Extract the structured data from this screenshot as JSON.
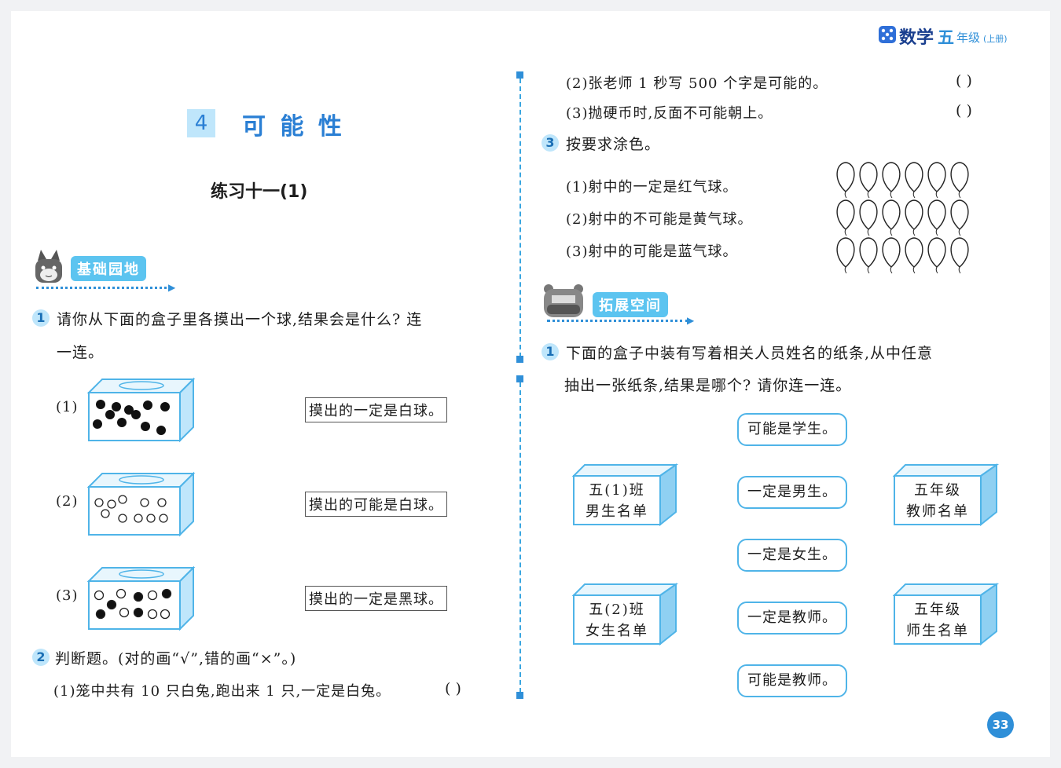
{
  "header": {
    "subject": "数学",
    "grade_char": "五",
    "grade_suffix": "年级",
    "volume": "(上册)"
  },
  "left": {
    "chapter_num": "4",
    "chapter_title": "可 能 性",
    "exercise_title": "练习十一(1)",
    "section1_label": "基础园地",
    "q1": {
      "num": "1",
      "text_line1": "请你从下面的盒子里各摸出一个球,结果会是什么? 连",
      "text_line2": "一连。",
      "boxes": [
        {
          "label": "(1)",
          "answer": "摸出的一定是白球。",
          "balls": "all-black"
        },
        {
          "label": "(2)",
          "answer": "摸出的可能是白球。",
          "balls": "all-white"
        },
        {
          "label": "(3)",
          "answer": "摸出的一定是黑球。",
          "balls": "mixed"
        }
      ]
    },
    "q2": {
      "num": "2",
      "text": "判断题。(对的画“√”,错的画“×”。)",
      "items": [
        {
          "text": "(1)笼中共有 10 只白兔,跑出来 1 只,一定是白兔。",
          "paren": "(      )"
        }
      ]
    }
  },
  "right": {
    "q2_items": [
      {
        "text": "(2)张老师 1 秒写 500 个字是可能的。",
        "paren": "(      )"
      },
      {
        "text": "(3)抛硬币时,反面不可能朝上。",
        "paren": "(      )"
      }
    ],
    "q3": {
      "num": "3",
      "text": "按要求涂色。",
      "items": [
        "(1)射中的一定是红气球。",
        "(2)射中的不可能是黄气球。",
        "(3)射中的可能是蓝气球。"
      ]
    },
    "section2_label": "拓展空间",
    "ext_q1": {
      "num": "1",
      "text_line1": "下面的盒子中装有写着相关人员姓名的纸条,从中任意",
      "text_line2": "抽出一张纸条,结果是哪个? 请你连一连。",
      "boxes": [
        {
          "line1": "五(1)班",
          "line2": "男生名单"
        },
        {
          "line1": "五(2)班",
          "line2": "女生名单"
        },
        {
          "line1": "五年级",
          "line2": "教师名单"
        },
        {
          "line1": "五年级",
          "line2": "师生名单"
        }
      ],
      "options": [
        "可能是学生。",
        "一定是男生。",
        "一定是女生。",
        "一定是教师。",
        "可能是教师。"
      ]
    }
  },
  "page_number": "33",
  "colors": {
    "accent": "#4fb4e8",
    "title_blue": "#2a7fd4",
    "page_badge": "#2f8fd8"
  }
}
